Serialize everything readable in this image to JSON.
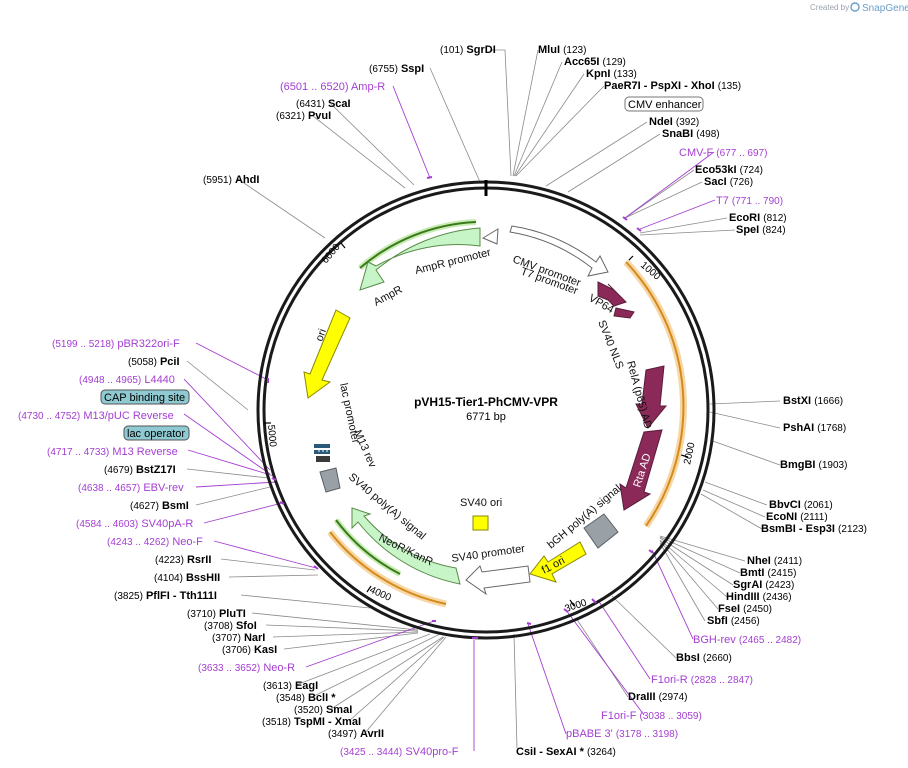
{
  "map": {
    "title": "pVH15-Tier1-PhCMV-VPR",
    "subtitle": "6771 bp",
    "total_bp": 6771
  },
  "credit": {
    "prefix": "Created by",
    "brand": "SnapGene"
  },
  "colors": {
    "backbone": "#1a1a1a",
    "primer": "#a43ed1",
    "vpr": "#8b2a58",
    "amp": "#c8f5c8",
    "ori": "#ffff00",
    "grey": "#9aa1a6",
    "orange_arc": "#e8a23c"
  },
  "ticks": [
    {
      "label": "1000"
    },
    {
      "label": "2000"
    },
    {
      "label": "3000"
    },
    {
      "label": "4000"
    },
    {
      "label": "5000"
    },
    {
      "label": "6000"
    }
  ],
  "feature_labels": [
    {
      "text": "AmpR promoter"
    },
    {
      "text": "AmpR"
    },
    {
      "text": "CMV promoter"
    },
    {
      "text": "T7 promoter"
    },
    {
      "text": "VP64"
    },
    {
      "text": "SV40 NLS"
    },
    {
      "text": "RelA (p65) AD"
    },
    {
      "text": "Rta AD"
    },
    {
      "text": "bGH poly(A) signal"
    },
    {
      "text": "f1 ori"
    },
    {
      "text": "SV40 promoter"
    },
    {
      "text": "NeoR/KanR"
    },
    {
      "text": "SV40 poly(A) signal"
    },
    {
      "text": "M13 rev"
    },
    {
      "text": "lac promoter"
    },
    {
      "text": "ori"
    },
    {
      "text": "SV40 ori"
    }
  ],
  "enzyme_labels": [
    {
      "pos": "(101)",
      "name": "SgrDI"
    },
    {
      "name": "MluI",
      "pos": "(123)"
    },
    {
      "name": "Acc65I",
      "pos": "(129)"
    },
    {
      "name": "KpnI",
      "pos": "(133)"
    },
    {
      "name": "PaeR7I",
      "mid": "- PspXI",
      "tail": "- XhoI",
      "pos": "(135)"
    },
    {
      "name": "NdeI",
      "pos": "(392)"
    },
    {
      "name": "SnaBI",
      "pos": "(498)"
    },
    {
      "name": "Eco53kI",
      "pos": "(724)"
    },
    {
      "name": "SacI",
      "pos": "(726)"
    },
    {
      "name": "EcoRI",
      "pos": "(812)"
    },
    {
      "name": "SpeI",
      "pos": "(824)"
    },
    {
      "name": "BstXI",
      "pos": "(1666)"
    },
    {
      "name": "PshAI",
      "pos": "(1768)"
    },
    {
      "name": "BmgBI",
      "pos": "(1903)"
    },
    {
      "name": "BbvCI",
      "pos": "(2061)"
    },
    {
      "name": "EcoNI",
      "pos": "(2111)"
    },
    {
      "name": "BsmBI",
      "mid": "- Esp3I",
      "pos": "(2123)"
    },
    {
      "name": "NheI",
      "pos": "(2411)"
    },
    {
      "name": "BmtI",
      "pos": "(2415)"
    },
    {
      "name": "SgrAI",
      "pos": "(2423)"
    },
    {
      "name": "HindIII",
      "pos": "(2436)"
    },
    {
      "name": "FseI",
      "pos": "(2450)"
    },
    {
      "name": "SbfI",
      "pos": "(2456)"
    },
    {
      "name": "BbsI",
      "pos": "(2660)"
    },
    {
      "name": "DraIII",
      "pos": "(2974)"
    },
    {
      "name": "CsiI",
      "mid": "- SexAI *",
      "pos": "(3264)"
    },
    {
      "pos": "(6755)",
      "name": "SspI"
    },
    {
      "pos": "(6431)",
      "name": "ScaI"
    },
    {
      "pos": "(6321)",
      "name": "PvuI"
    },
    {
      "pos": "(5951)",
      "name": "AhdI"
    },
    {
      "pos": "(5058)",
      "name": "PciI"
    },
    {
      "pos": "(4679)",
      "name": "BstZ17I"
    },
    {
      "pos": "(4627)",
      "name": "BsmI"
    },
    {
      "pos": "(4223)",
      "name": "RsrII"
    },
    {
      "pos": "(4104)",
      "name": "BssHII"
    },
    {
      "pos": "(3825)",
      "name": "PflFI",
      "mid": "- Tth111I"
    },
    {
      "pos": "(3710)",
      "name": "PluTI"
    },
    {
      "pos": "(3708)",
      "name": "SfoI"
    },
    {
      "pos": "(3707)",
      "name": "NarI"
    },
    {
      "pos": "(3706)",
      "name": "KasI"
    },
    {
      "pos": "(3613)",
      "name": "EagI"
    },
    {
      "pos": "(3548)",
      "name": "BclI *"
    },
    {
      "pos": "(3520)",
      "name": "SmaI"
    },
    {
      "pos": "(3518)",
      "name": "TspMI",
      "mid": "- XmaI"
    },
    {
      "pos": "(3497)",
      "name": "AvrII"
    }
  ],
  "primer_labels": [
    {
      "range": "(6501 .. 6520)",
      "name": "Amp-R"
    },
    {
      "name": "CMV-F",
      "range": "(677 .. 697)"
    },
    {
      "name": "T7",
      "range": "(771 .. 790)"
    },
    {
      "range": "(5199 .. 5218)",
      "name": "pBR322ori-F"
    },
    {
      "range": "(4948 .. 4965)",
      "name": "L4440"
    },
    {
      "range": "(4730 .. 4752)",
      "name": "M13/pUC Reverse"
    },
    {
      "range": "(4717 .. 4733)",
      "name": "M13 Reverse"
    },
    {
      "range": "(4638 .. 4657)",
      "name": "EBV-rev"
    },
    {
      "range": "(4584 .. 4603)",
      "name": "SV40pA-R"
    },
    {
      "range": "(4243 .. 4262)",
      "name": "Neo-F"
    },
    {
      "range": "(3633 .. 3652)",
      "name": "Neo-R"
    },
    {
      "range": "(3425 .. 3444)",
      "name": "SV40pro-F"
    },
    {
      "name": "BGH-rev",
      "range": "(2465 .. 2482)"
    },
    {
      "name": "F1ori-R",
      "range": "(2828 .. 2847)"
    },
    {
      "name": "F1ori-F",
      "range": "(3038 .. 3059)"
    },
    {
      "name": "pBABE 3'",
      "range": "(3178 .. 3198)"
    }
  ],
  "boxed_labels": [
    {
      "text": "CMV enhancer"
    },
    {
      "text": "CAP binding site"
    },
    {
      "text": "lac operator"
    }
  ]
}
